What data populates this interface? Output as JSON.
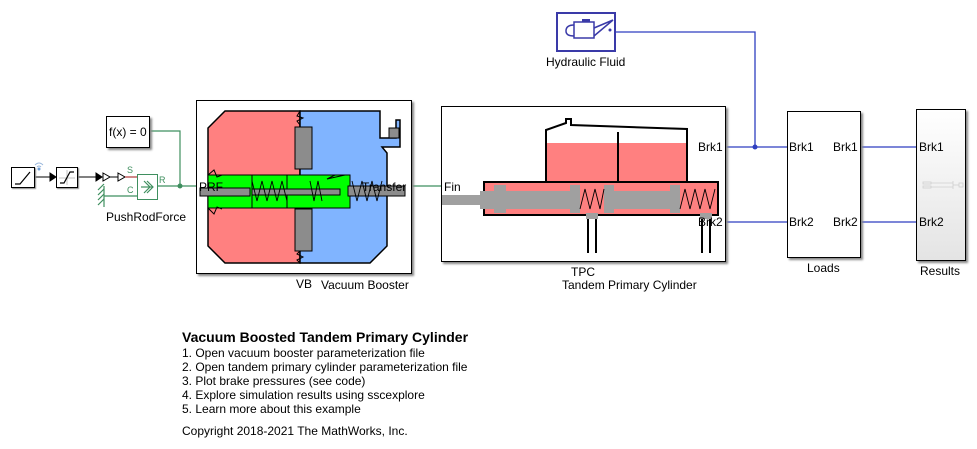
{
  "model": {
    "blocks": {
      "fx": {
        "label": "f(x) = 0"
      },
      "pushrod": {
        "label": "PushRodForce",
        "ports": {
          "s": "S",
          "c": "C",
          "r": "R"
        }
      },
      "vb": {
        "tag": "VB",
        "label": "Vacuum Booster",
        "ports": {
          "left": "PRF",
          "right": "Transfer"
        }
      },
      "tpc": {
        "tag": "TPC",
        "label": "Tandem Primary Cylinder",
        "ports": {
          "left": "Fin",
          "brk1": "Brk1",
          "brk2": "Brk2"
        }
      },
      "fluid": {
        "label": "Hydraulic Fluid"
      },
      "loads": {
        "label": "Loads",
        "ports": {
          "in1": "Brk1",
          "in2": "Brk2",
          "out1": "Brk1",
          "out2": "Brk2"
        }
      },
      "results": {
        "label": "Results",
        "ports": {
          "in1": "Brk1",
          "in2": "Brk2"
        }
      }
    },
    "colors": {
      "mech_line": "#3f8f5f",
      "hyd_line": "#2e3fc0",
      "signal_line": "#000000",
      "red_region": "#ff8080",
      "blue_region": "#80b4ff",
      "green_region": "#00ff00",
      "gray_part": "#8c8c8c",
      "fluid_block": "#3a3aa8"
    }
  },
  "annotation": {
    "title": "Vacuum Boosted Tandem Primary Cylinder",
    "items": [
      "1. Open vacuum booster parameterization file",
      "2. Open tandem primary cylinder parameterization file",
      "3. Plot brake pressures (see code)",
      "4. Explore simulation results using sscexplore",
      "5. Learn more about this example"
    ],
    "copyright": "Copyright 2018-2021 The MathWorks, Inc."
  }
}
